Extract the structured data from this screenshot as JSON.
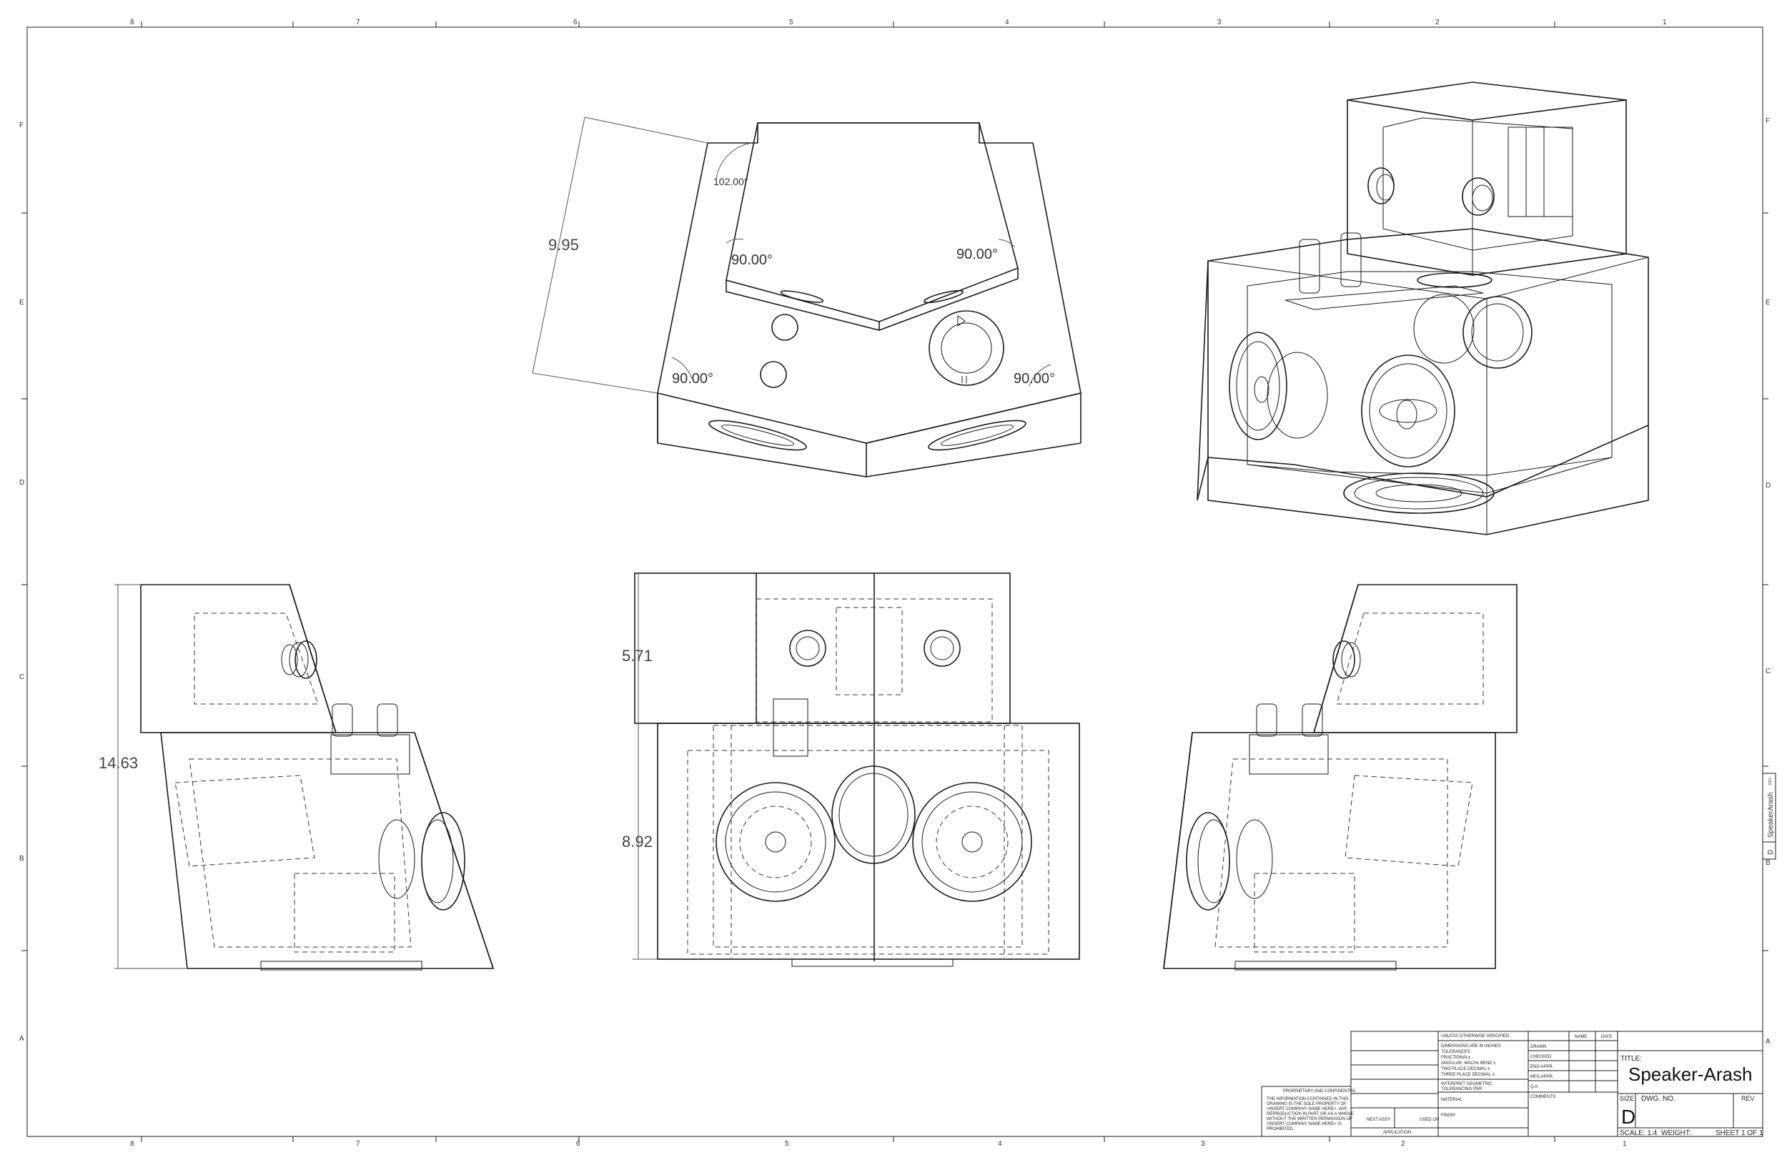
{
  "border": {
    "columns_top": [
      "8",
      "7",
      "6",
      "5",
      "4",
      "3",
      "2",
      "1"
    ],
    "columns_bottom": [
      "8",
      "7",
      "6",
      "5",
      "4",
      "3",
      "2",
      "1"
    ],
    "rows_left": [
      "F",
      "E",
      "D",
      "C",
      "B",
      "A"
    ],
    "rows_right": [
      "F",
      "E",
      "D",
      "C",
      "B",
      "A"
    ]
  },
  "top_view": {
    "dim_height": "9.95",
    "angle_top": "102.00°",
    "angle_upper_left": "90.00°",
    "angle_upper_right": "90.00°",
    "angle_lower_left": "90.00°",
    "angle_lower_right": "90.00°"
  },
  "side_view_left": {
    "dim_height": "14.63"
  },
  "front_view": {
    "dim_upper": "5.71",
    "dim_lower": "8.92"
  },
  "side_tab": {
    "label": "SpeakerArash",
    "size": "D",
    "rev": "REV"
  },
  "title_block": {
    "tolerance_header": "UNLESS OTHERWISE SPECIFIED:",
    "tolerance_lines": [
      "DIMENSIONS ARE IN INCHES",
      "TOLERANCES:",
      "FRACTIONAL±",
      "ANGULAR: MACH±    BEND ±",
      "TWO PLACE DECIMAL    ±",
      "THREE PLACE DECIMAL  ±"
    ],
    "interpret": [
      "INTERPRET GEOMETRIC",
      "TOLERANCING PER:"
    ],
    "material": "MATERIAL",
    "finish": "FINISH",
    "next_assy": "NEXT ASSY",
    "used_on": "USED ON",
    "application": "APPLICATION",
    "name_col": "NAME",
    "date_col": "DATE",
    "rows": [
      "DRAWN",
      "CHECKED",
      "ENG APPR.",
      "MFG APPR.",
      "Q.A.",
      "COMMENTS:"
    ],
    "proprietary_title": "PROPRIETARY AND CONFIDENTIAL",
    "proprietary_lines": [
      "THE INFORMATION CONTAINED IN THIS",
      "DRAWING IS THE SOLE PROPERTY OF",
      "<INSERT COMPANY NAME HERE>. ANY",
      "REPRODUCTION IN PART OR AS A WHOLE",
      "WITHOUT THE WRITTEN PERMISSION OF",
      "<INSERT COMPANY NAME HERE> IS",
      "PROHIBITED."
    ],
    "title_label": "TITLE:",
    "title": "Speaker-Arash",
    "size_label": "SIZE",
    "size": "D",
    "dwg_label": "DWG.  NO.",
    "rev_label": "REV",
    "scale": "SCALE: 1:4",
    "weight": "WEIGHT:",
    "sheet": "SHEET 1 OF 1"
  }
}
